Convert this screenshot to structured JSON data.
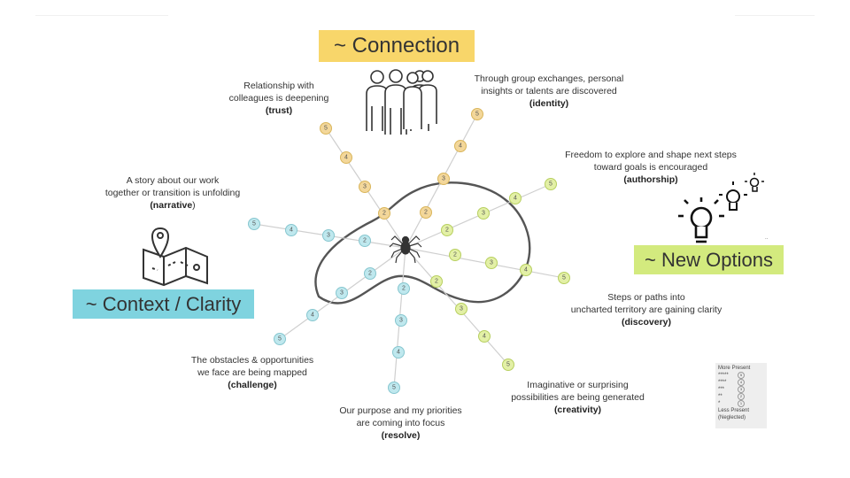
{
  "banners": {
    "connection": "~ Connection",
    "context": "~ Context / Clarity",
    "new_options": "~ New Options"
  },
  "labels": {
    "trust": {
      "lines": [
        "Relationship with",
        "colleagues is deepening"
      ],
      "keyword": "(trust)"
    },
    "identity": {
      "lines": [
        "Through group exchanges, personal",
        "insights or talents are discovered"
      ],
      "keyword": "(identity)"
    },
    "authorship": {
      "lines": [
        "Freedom to explore and shape next steps",
        "toward goals is encouraged"
      ],
      "keyword": "(authorship)"
    },
    "narrative": {
      "lines": [
        "A story about our work",
        "together or transition is unfolding"
      ],
      "keyword_bold": "(narrative",
      "keyword_tail": ")"
    },
    "discovery": {
      "lines": [
        "Steps or paths into",
        "uncharted territory are gaining clarity"
      ],
      "keyword": "(discovery)"
    },
    "challenge": {
      "lines": [
        "The obstacles & opportunities",
        "we face are being mapped"
      ],
      "keyword": "(challenge)"
    },
    "resolve": {
      "lines": [
        "Our purpose and my priorities",
        "are coming into focus"
      ],
      "keyword": "(resolve)"
    },
    "creativity": {
      "lines": [
        "Imaginative or surprising",
        "possibilities are being generated"
      ],
      "keyword": "(creativity)"
    }
  },
  "legend": {
    "header_more": "More",
    "header_present": "Present",
    "rows": [
      {
        "stars": "*****",
        "value": "5"
      },
      {
        "stars": "****",
        "value": "4"
      },
      {
        "stars": "***",
        "value": "3"
      },
      {
        "stars": "**",
        "value": "2"
      },
      {
        "stars": "*",
        "value": "1"
      }
    ],
    "footer_line1": "Less Present",
    "footer_line2": "(Neglected)"
  },
  "side_mark": "..",
  "icons": [
    "group-people-icon",
    "lightbulbs-icon",
    "map-pin-icon",
    "spider-icon"
  ],
  "colors": {
    "yellow": "#f8d66a",
    "teal": "#7fd3df",
    "lime": "#d3ea7e",
    "node_yellow": "#f3d79a",
    "node_teal": "#bfe8ee",
    "node_lime": "#e3f0a6"
  },
  "web": {
    "spokes": [
      {
        "name": "trust",
        "color": "yellow",
        "values": [
          "2",
          "3",
          "4",
          "5"
        ]
      },
      {
        "name": "identity",
        "color": "yellow",
        "values": [
          "2",
          "3",
          "4",
          "5"
        ]
      },
      {
        "name": "authorship",
        "color": "lime",
        "values": [
          "2",
          "3",
          "4",
          "5"
        ]
      },
      {
        "name": "discovery",
        "color": "lime",
        "values": [
          "2",
          "3",
          "4",
          "5"
        ]
      },
      {
        "name": "creativity",
        "color": "lime",
        "values": [
          "2",
          "3",
          "4",
          "5"
        ]
      },
      {
        "name": "resolve",
        "color": "teal",
        "values": [
          "2",
          "3",
          "4",
          "5"
        ]
      },
      {
        "name": "challenge",
        "color": "teal",
        "values": [
          "2",
          "3",
          "4",
          "5"
        ]
      },
      {
        "name": "narrative",
        "color": "teal",
        "values": [
          "2",
          "3",
          "4",
          "5"
        ]
      }
    ]
  }
}
